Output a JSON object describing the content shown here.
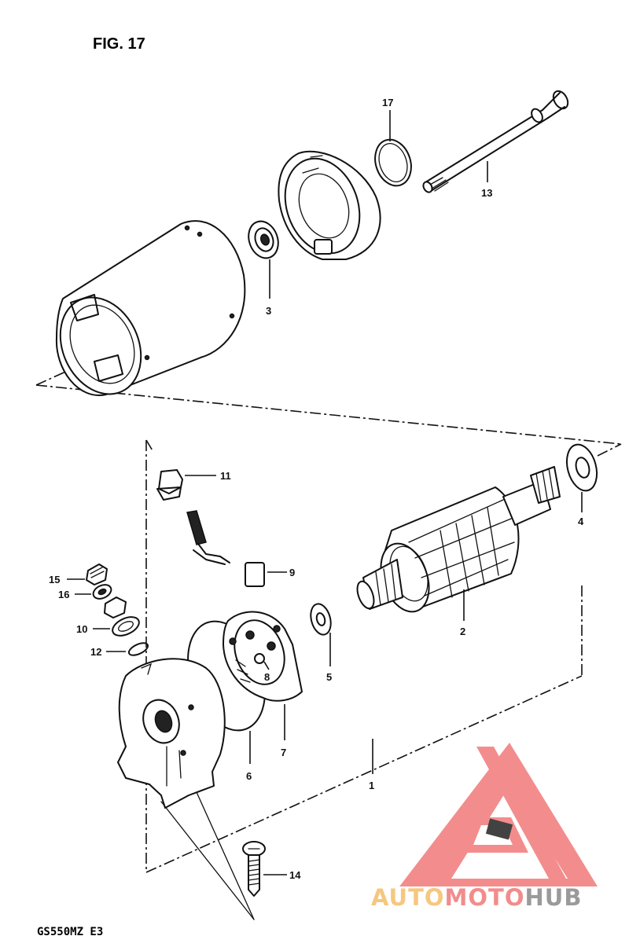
{
  "figure": {
    "title": "FIG. 17",
    "footer": "GS550MZ E3"
  },
  "parts": [
    {
      "id": "p1",
      "label": "1"
    },
    {
      "id": "p2",
      "label": "2"
    },
    {
      "id": "p3",
      "label": "3"
    },
    {
      "id": "p4",
      "label": "4"
    },
    {
      "id": "p5",
      "label": "5"
    },
    {
      "id": "p6",
      "label": "6"
    },
    {
      "id": "p7",
      "label": "7"
    },
    {
      "id": "p8",
      "label": "8"
    },
    {
      "id": "p9",
      "label": "9"
    },
    {
      "id": "p10",
      "label": "10"
    },
    {
      "id": "p11",
      "label": "11"
    },
    {
      "id": "p12",
      "label": "12"
    },
    {
      "id": "p13",
      "label": "13"
    },
    {
      "id": "p14",
      "label": "14"
    },
    {
      "id": "p15",
      "label": "15"
    },
    {
      "id": "p16",
      "label": "16"
    },
    {
      "id": "p17",
      "label": "17"
    }
  ],
  "watermark": {
    "text_part1": "AUTO",
    "text_part2": "MOTO",
    "text_part3": "HUB",
    "colors": {
      "auto": "#f6c77f",
      "moto": "#f28c8c",
      "hub": "#9a9a9a",
      "logo": "#f26a6a"
    }
  }
}
